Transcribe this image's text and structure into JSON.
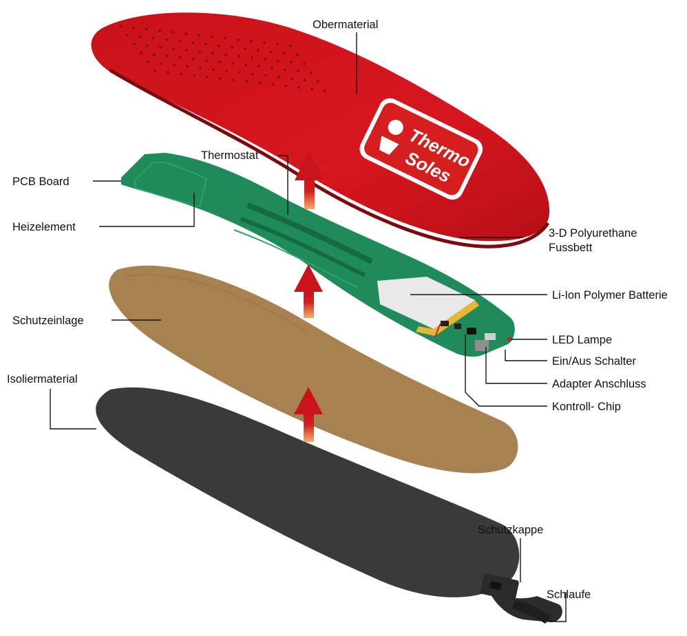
{
  "labels": {
    "obermaterial": "Obermaterial",
    "thermostat": "Thermostat",
    "pcb_board": "PCB Board",
    "heizelement": "Heizelement",
    "fussbett_line1": "3-D Polyurethane",
    "fussbett_line2": "Fussbett",
    "batterie": "Li-Ion Polymer Batterie",
    "schutzeinlage": "Schutzeinlage",
    "led_lampe": "LED Lampe",
    "ein_aus_schalter": "Ein/Aus Schalter",
    "adapter_anschluss": "Adapter Anschluss",
    "kontroll_chip": "Kontroll- Chip",
    "isoliermaterial": "Isoliermaterial",
    "schutzkappe": "Schutzkappe",
    "schlaufe": "Schlaufe"
  },
  "logo": {
    "line1": "Thermo",
    "line2": "Soles"
  },
  "colors": {
    "insole_top": "#d2141c",
    "insole_dark": "#8e0c12",
    "pcb": "#1f8a5a",
    "pcb_dark": "#146b43",
    "felt": "#a88150",
    "insulation": "#3b3b3b",
    "arrow": "#d51f1f",
    "battery": "#e9e9e9"
  },
  "icons": {
    "arrow": "up-arrow-icon",
    "logo": "thermosoles-logo"
  }
}
